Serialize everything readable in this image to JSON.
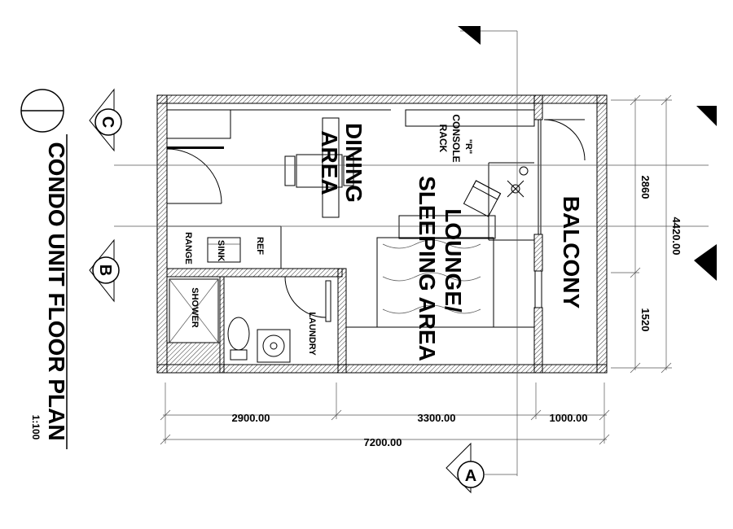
{
  "drawing": {
    "title": "CONDO UNIT FLOOR PLAN",
    "scale": "1:100"
  },
  "rooms": {
    "dining": "DINING AREA",
    "lounge": "LOUNGE/ SLEEPING AREA",
    "balcony": "BALCONY",
    "console_r": "\"R\"",
    "console": "CONSOLE",
    "rack": "RACK",
    "range": "RANGE",
    "sink": "SINK",
    "ref": "REF",
    "shower": "SHOWER",
    "laundry": "LAUNDRY"
  },
  "dimensions": {
    "d1": "2900.00",
    "d2": "3300.00",
    "d3": "1000.00",
    "total_h": "7200.00",
    "v1": "2860",
    "v2": "1520",
    "total_v": "4420.00"
  },
  "section_markers": {
    "a": "A",
    "b": "B",
    "c": "C"
  }
}
